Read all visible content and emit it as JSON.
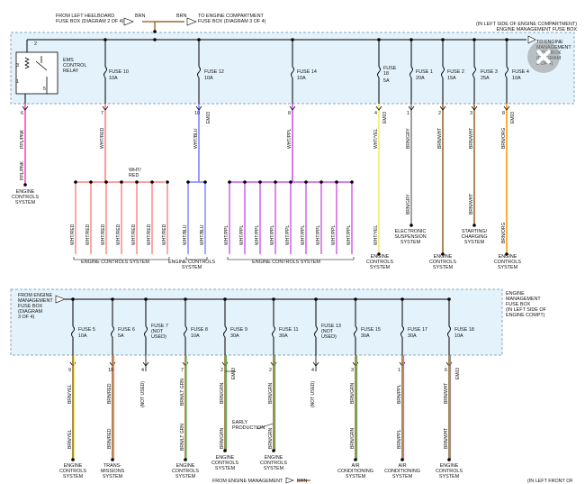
{
  "header": {
    "from_left": "FROM LEFT HEELBOARD\nFUSE BOX (DIAGRAM 2 OF 4)",
    "brn_a": "BRN",
    "brn_b": "BRN",
    "to_engine": "TO ENGINE COMPARTMENT\nFUSE BOX (DIAGRAM 3 OF 4)",
    "top_right": "(IN LEFT SIDE OF ENGINE COMPARTMENT)\nENGINE MANAGEMENT FUSE BOX"
  },
  "relay": {
    "label": "EMS\nCONTROL\nRELAY",
    "pins": [
      "2",
      "3",
      "1",
      "5"
    ]
  },
  "top_right_note": "TO ENGINE\nMANAGEMENT\nFUSE BOX\n(DIAGRAM\n3 OF 4)",
  "top_fuses": [
    {
      "name": "FUSE 10",
      "amp": "10A"
    },
    {
      "name": "FUSE 12",
      "amp": "10A"
    },
    {
      "name": "FUSE 14",
      "amp": "10A"
    },
    {
      "name": "FUSE\n18",
      "amp": "5A"
    },
    {
      "name": "FUSE 1",
      "amp": "20A"
    },
    {
      "name": "FUSE 2",
      "amp": "15A"
    },
    {
      "name": "FUSE 3",
      "amp": "25A"
    },
    {
      "name": "FUSE 4",
      "amp": "10A"
    }
  ],
  "top_pins": [
    "6",
    "7",
    "10",
    "8",
    "4",
    "1",
    "2",
    "3",
    "8"
  ],
  "top_em": [
    "EM03",
    "EM03",
    "EM03"
  ],
  "top_wires": [
    "PPL/PNK",
    "WHT/RED",
    "WHT/BLU",
    "WHT/PPL",
    "WHT/YEL",
    "BRN/GRY",
    "BRN/WHT",
    "BRN/WHT",
    "BRN/ORG"
  ],
  "lower_wires": [
    "PPL/PNK",
    "BRN/WHT",
    "BRN/ORG"
  ],
  "wht_red_note": "WHT/\nRED",
  "branch_red": "WHT/RED",
  "branch_blu": "WHT/BLU",
  "branch_ppl": "WHT/PPL",
  "branch_yel": "WHT/YEL",
  "branch_gry": "BRN/GRY",
  "top_dest": [
    "ENGINE\nCONTROLS\nSYSTEM",
    "ENGINE CONTROLS SYSTEM",
    "ENGINE CONTROLS\nSYSTEM",
    "ENGINE CONTROLS SYSTEM",
    "ENGINE\nCONTROLS\nSYSTEM",
    "ELECTRONIC\nSUSPENSION\nSYSTEM",
    "ENGINE\nCONTROLS\nSYSTEM",
    "STARTING/\nCHARGING\nSYSTEM",
    "ENGINE\nCONTROLS\nSYSTEM"
  ],
  "bottom_box": {
    "from": "FROM ENGINE\nMANAGEMENT\nFUSE BOX\n(DIAGRAM\n3 OF 4)",
    "right": "ENGINE\nMANAGEMENT\nFUSE BOX\n(IN LEFT SIDE OF\nENGINE COMPT)"
  },
  "bottom_fuses": [
    {
      "name": "FUSE 5",
      "amp": "10A"
    },
    {
      "name": "FUSE 6",
      "amp": "5A"
    },
    {
      "name": "FUSE 7\n(NOT\nUSED)",
      "amp": ""
    },
    {
      "name": "FUSE 8",
      "amp": "10A"
    },
    {
      "name": "FUSE 9",
      "amp": "30A"
    },
    {
      "name": "FUSE 11",
      "amp": "30A"
    },
    {
      "name": "FUSE 13\n(NOT\nUSED)",
      "amp": ""
    },
    {
      "name": "FUSE 15",
      "amp": "30A"
    },
    {
      "name": "FUSE 17",
      "amp": "30A"
    },
    {
      "name": "FUSE 18",
      "amp": "10A"
    }
  ],
  "bottom_pins": [
    "9",
    "10",
    "4",
    "7",
    "2",
    "2",
    "4",
    "3",
    "1",
    "6"
  ],
  "bottom_em": [
    "EM03",
    "EM03"
  ],
  "bottom_wires_upper": [
    "BRN/YEL",
    "BRN/RED",
    "(NOT USED)",
    "BRN/LT GRN",
    "BRN/GRN",
    "BRN/GRN",
    "(NOT USED)",
    "BRN/GRN",
    "BRN/PPL",
    "BRN/WHT"
  ],
  "bottom_wires_lower": [
    "BRN/YEL",
    "BRN/RED",
    "BRN/LT GRN",
    "BRN/GRN",
    "BRN/GRN",
    "BRN/GRN",
    "BRN/PPL",
    "BRN/WHT"
  ],
  "early_note": "EARLY\nPRODUCTION",
  "bottom_dest": [
    "ENGINE\nCONTROLS\nSYSTEM",
    "TRANS-\nMISSIONS\nSYSTEM",
    "ENGINE\nCONTROLS\nSYSTEM",
    "ENGINE\nCONTROLS\nSYSTEM",
    "ENGINE\nCONTROLS\nSYSTEM",
    "AIR\nCONDITIONING\nSYSTEM",
    "AIR\nCONDITIONING\nSYSTEM",
    "ENGINE\nCONTROLS\nSYSTEM"
  ],
  "footer": {
    "from": "FROM ENGINE MANAGEMENT",
    "brn": "BRN",
    "right": "(IN LEFT FRONT OF"
  },
  "colors": {
    "box_fill": "#e3f2fb",
    "box_stroke": "#8aa9bd",
    "pink": "#ff44cc",
    "red": "#ff8080",
    "blue": "#8080ff",
    "purple": "#cc55ee",
    "yellow": "#eeee66",
    "gray": "#888888",
    "brown": "#9a6a2a",
    "orange": "#ff9900",
    "green": "#44aa44",
    "ltgreen": "#88dd88"
  }
}
